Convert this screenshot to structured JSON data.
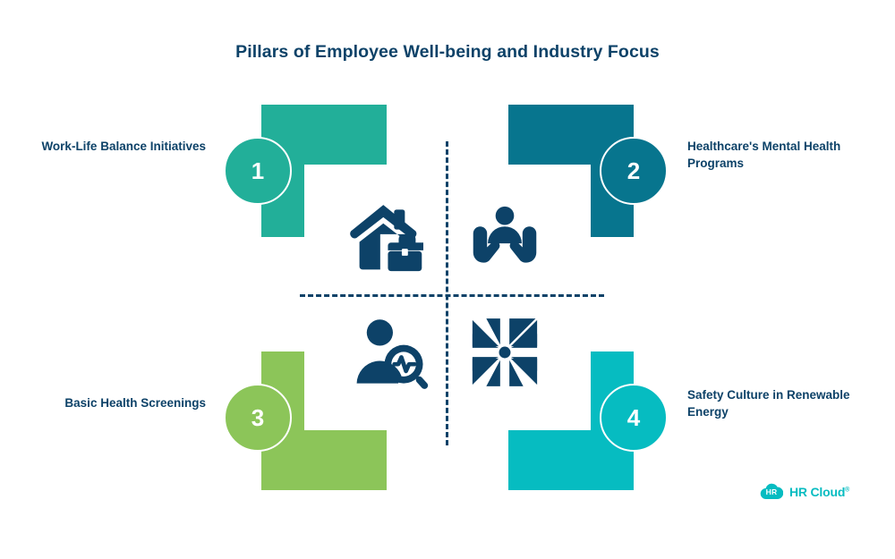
{
  "title": "Pillars of Employee Well-being and Industry Focus",
  "colors": {
    "title_navy": "#0d4268",
    "icon_navy": "#0d4268",
    "quadrant_1": "#22af99",
    "quadrant_2": "#07758e",
    "quadrant_3": "#8cc559",
    "quadrant_4": "#06bcc1",
    "badge_text": "#ffffff",
    "divider": "#0d4268",
    "background": "#ffffff",
    "logo_cyan": "#06bcc1"
  },
  "quadrants": [
    {
      "number": "1",
      "label": "Work-Life Balance Initiatives",
      "icon": "house-briefcase-icon",
      "color": "#22af99",
      "position": "top-left"
    },
    {
      "number": "2",
      "label": "Healthcare's Mental Health Programs",
      "icon": "hands-holding-person-icon",
      "color": "#07758e",
      "position": "top-right"
    },
    {
      "number": "3",
      "label": "Basic Health Screenings",
      "icon": "person-magnifier-pulse-icon",
      "color": "#8cc559",
      "position": "bottom-left"
    },
    {
      "number": "4",
      "label": "Safety Culture in Renewable Energy",
      "icon": "pinwheel-windmill-icon",
      "color": "#06bcc1",
      "position": "bottom-right"
    }
  ],
  "logo": {
    "mark_text": "HR",
    "word": "HR Cloud",
    "trademark": "®"
  }
}
